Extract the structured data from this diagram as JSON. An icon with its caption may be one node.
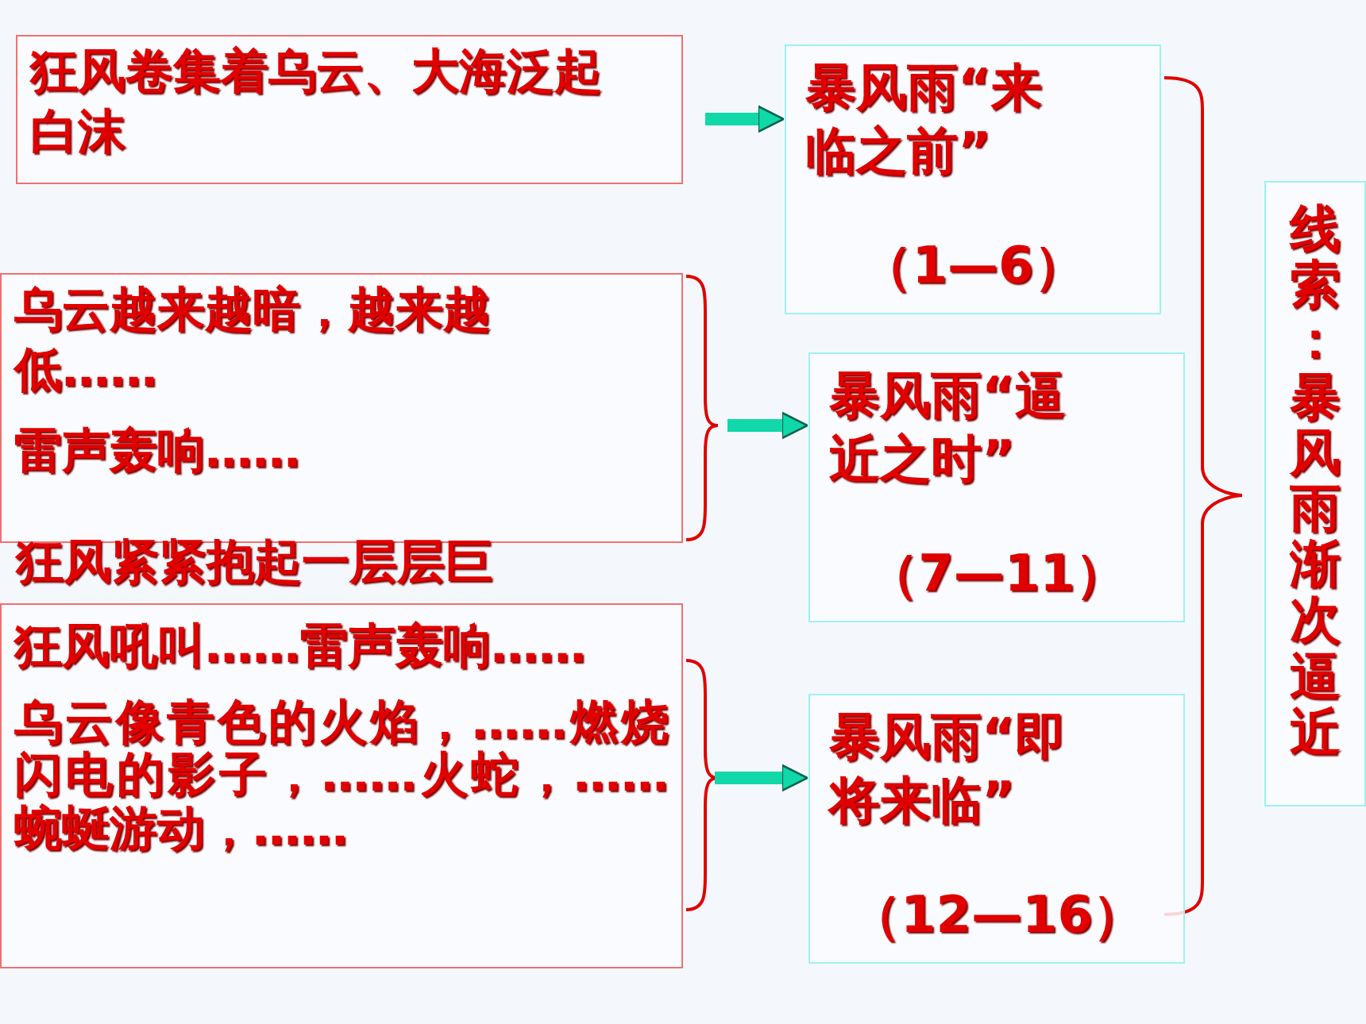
{
  "diagram": {
    "nodes": [
      {
        "text": [
          "狂风卷集着乌云、大海泛起白沫"
        ]
      },
      {
        "text": [
          "乌云越来越暗，越来越低……",
          "雷声轰响……"
        ]
      },
      {
        "text": [
          "狂风吼叫……雷声轰响……",
          "乌云像青色的火焰，……燃烧闪电的影子，……火蛇，……蜿蜒游动，……"
        ]
      },
      {
        "text": [
          "暴风雨“来临之前”",
          "（1—6）"
        ]
      },
      {
        "text": [
          "暴风雨“逼近之时”",
          "（7—11）"
        ]
      },
      {
        "text": [
          "暴风雨“即将来临”",
          "（12—16）"
        ]
      },
      {
        "text": [
          "线索：暴风雨渐次逼近"
        ]
      }
    ],
    "edges": [
      {
        "from": 0,
        "to": 3,
        "arrow": "to"
      },
      {
        "from": 1,
        "to": 4,
        "arrow": "to"
      },
      {
        "from": 2,
        "to": 5,
        "arrow": "to"
      }
    ],
    "labels": [
      "狂风紧紧抱起一层层巨"
    ]
  }
}
